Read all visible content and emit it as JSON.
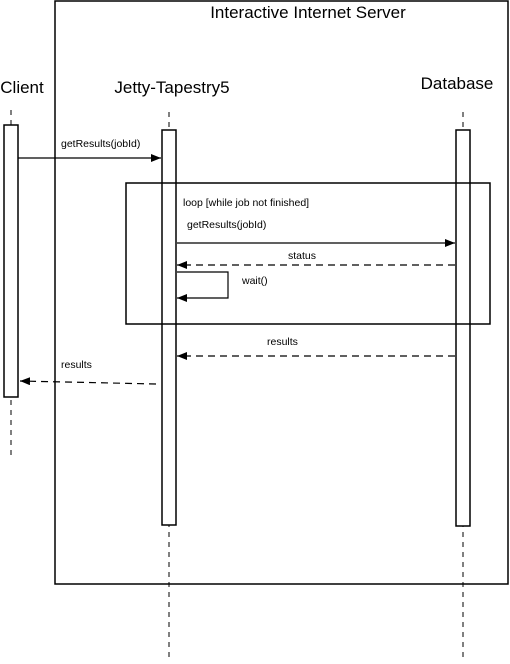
{
  "server": {
    "title": "Interactive Internet Server"
  },
  "lifelines": {
    "client": "Client",
    "jetty": "Jetty-Tapestry5",
    "database": "Database"
  },
  "messages": {
    "get_results_client": "getResults(jobId)",
    "get_results_db": "getResults(jobId)",
    "status": "status",
    "wait": "wait()",
    "results_db": "results",
    "results_client": "results"
  },
  "fragment": {
    "label": "loop [while job not finished]"
  }
}
